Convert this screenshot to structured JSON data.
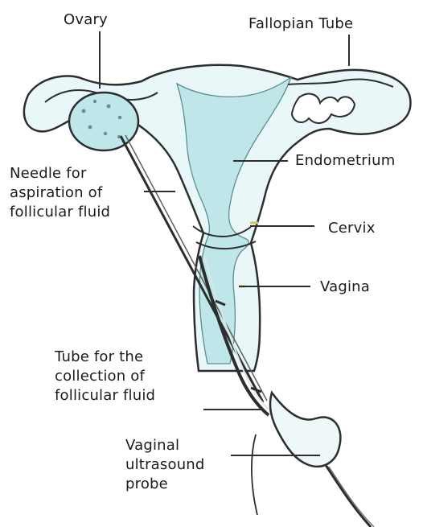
{
  "labels": {
    "ovary": "Ovary",
    "fallopian_tube": "Fallopian Tube",
    "endometrium": "Endometrium",
    "needle": [
      "Needle for",
      "aspiration of",
      "follicular fluid"
    ],
    "cervix": "Cervix",
    "vagina": "Vagina",
    "collection_tube": [
      "Tube for the",
      "collection of",
      "follicular fluid"
    ],
    "probe": [
      "Vaginal",
      "ultrasound",
      "probe"
    ]
  },
  "colors": {
    "tissue_fill": "#bfe6e8",
    "line": "#2d2d2d",
    "accent": "#d6c347"
  }
}
